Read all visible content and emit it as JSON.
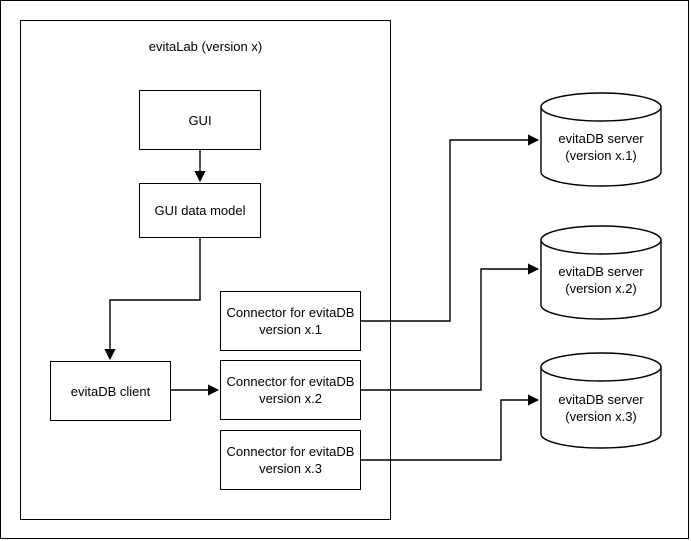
{
  "diagram": {
    "title": "evitaLab (version x)",
    "lab_container_label": "evitaLab (version x)",
    "boxes": {
      "gui": "GUI",
      "gui_data_model": "GUI data model",
      "evitadb_client": "evitaDB client",
      "connector_1": "Connector for evitaDB version x.1",
      "connector_2": "Connector for evitaDB version x.2",
      "connector_3": "Connector for evitaDB version x.3"
    },
    "servers": [
      {
        "name": "evitaDB server",
        "version": "(version x.1)"
      },
      {
        "name": "evitaDB server",
        "version": "(version x.2)"
      },
      {
        "name": "evitaDB server",
        "version": "(version x.3)"
      }
    ],
    "colors": {
      "stroke": "#000000",
      "fill": "#ffffff",
      "text": "#000000"
    },
    "edges": [
      {
        "from": "GUI",
        "to": "GUI data model"
      },
      {
        "from": "GUI data model",
        "to": "evitaDB client"
      },
      {
        "from": "evitaDB client",
        "to": "Connector for evitaDB version x.2"
      },
      {
        "from": "Connector for evitaDB version x.1",
        "to": "evitaDB server (version x.1)"
      },
      {
        "from": "Connector for evitaDB version x.2",
        "to": "evitaDB server (version x.2)"
      },
      {
        "from": "Connector for evitaDB version x.3",
        "to": "evitaDB server (version x.3)"
      }
    ]
  }
}
